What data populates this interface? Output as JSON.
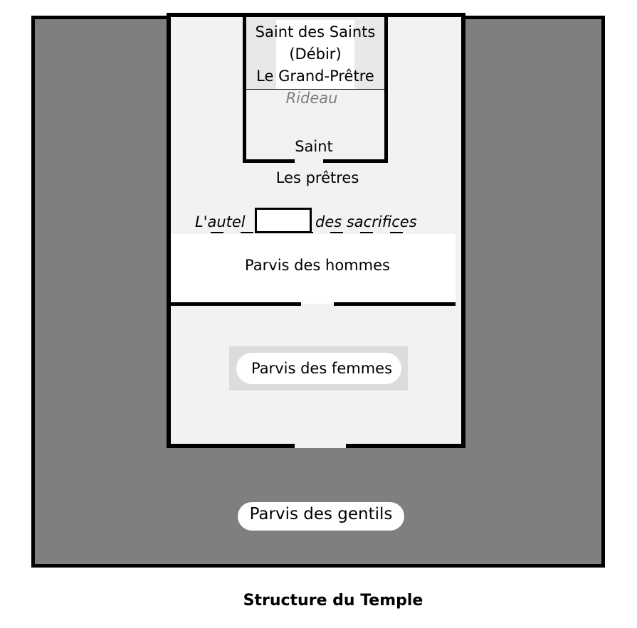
{
  "diagram": {
    "saint_des_saints": "Saint des Saints",
    "debir": "(Débir)",
    "grand_pretre": "Le Grand-Prêtre",
    "rideau": "Rideau",
    "saint": "Saint",
    "pretres": "Les prêtres",
    "autel_left": "L'autel",
    "autel_right": "des sacrifices",
    "parvis_hommes": "Parvis des hommes",
    "parvis_femmes": "Parvis des femmes",
    "parvis_gentils": "Parvis des gentils",
    "caption": "Structure du Temple"
  },
  "colors": {
    "outer_court": "#7f7f7f",
    "inner_court": "#f2f2f2",
    "men_court": "#ffffff",
    "walls": "#000000",
    "rideau_text": "#7f7f7f"
  }
}
